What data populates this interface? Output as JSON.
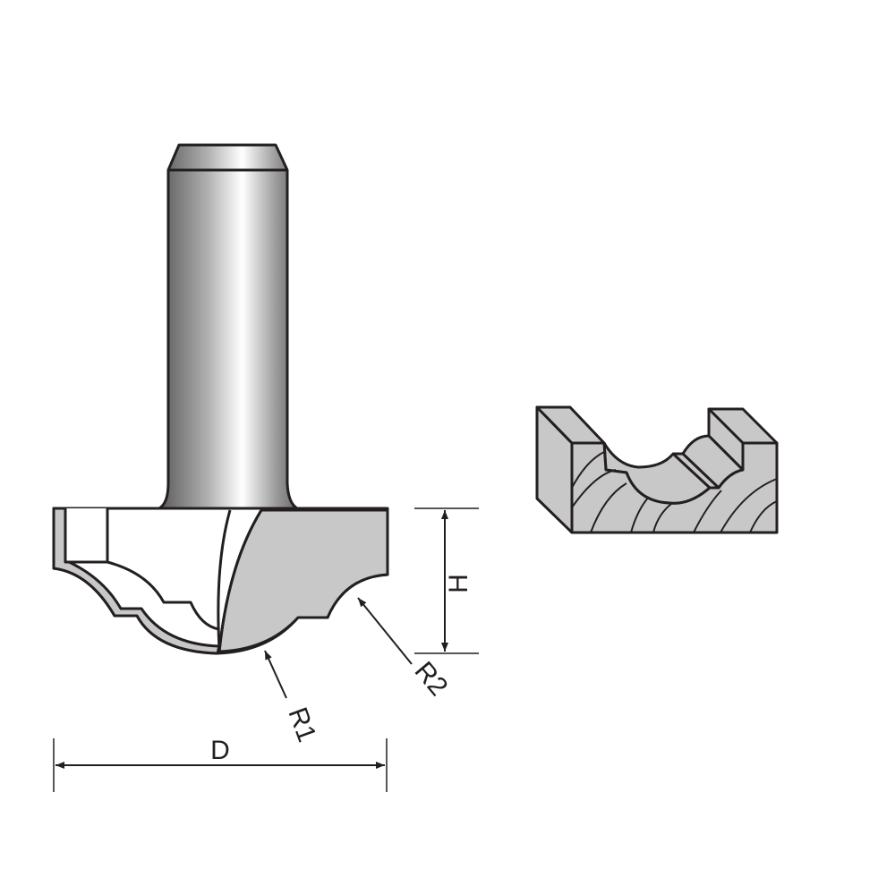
{
  "labels": {
    "diameter": "D",
    "height": "H",
    "radius1": "R1",
    "radius2": "R2"
  },
  "colors": {
    "outline": "#231f20",
    "fill_gray": "#c8c8c8",
    "background": "#ffffff"
  },
  "figures": [
    "router-bit",
    "wood-profile-sample"
  ]
}
